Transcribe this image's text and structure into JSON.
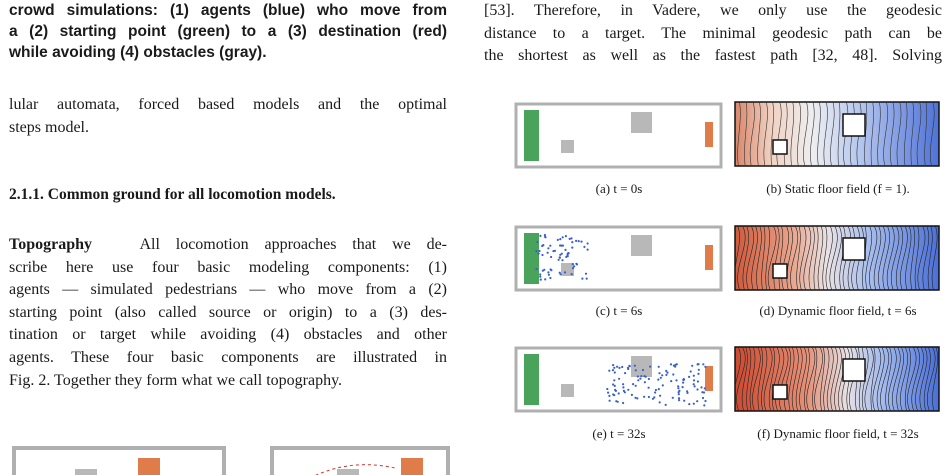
{
  "left_col": {
    "figure_caption_tail": [
      "crowd simulations: (1) agents (blue) who move from",
      "a (2) starting point (green) to a (3) destination (red)",
      "while avoiding (4) obstacles (gray)."
    ],
    "para1_lines": [
      "lular automata, forced based models and the optimal",
      "steps model."
    ],
    "section_heading": "2.1.1.  Common ground for all locomotion models.",
    "topography_head": "Topography",
    "para2_lines": [
      "All locomotion approaches that we de-",
      "scribe here use four basic modeling components: (1)",
      "agents — simulated pedestrians — who move from a (2)",
      "starting point (also called source or origin) to a (3) des-",
      "tination or target while avoiding (4) obstacles and other",
      "agents.  These four basic components are illustrated in",
      "Fig. 2. Together they form what we call topography."
    ]
  },
  "right_col": {
    "para_lines": [
      "[53].  Therefore, in Vadere, we only use the geodesic",
      "distance to a target.  The minimal geodesic path can be",
      "the shortest as well as the fastest path [32, 48].  Solving"
    ]
  },
  "subfigures": {
    "a": "(a)  t = 0s",
    "b": "(b)  Static floor field (f = 1).",
    "c": "(c)  t = 6s",
    "d": "(d)  Dynamic floor field, t = 6s",
    "e": "(e)  t = 32s",
    "f": "(f)  Dynamic floor field, t = 32s"
  },
  "colors": {
    "source_green": "#4aa35a",
    "target_orange": "#e07b4a",
    "obstacle_gray": "#b8b8b8",
    "agent_blue": "#3a5fcd"
  }
}
